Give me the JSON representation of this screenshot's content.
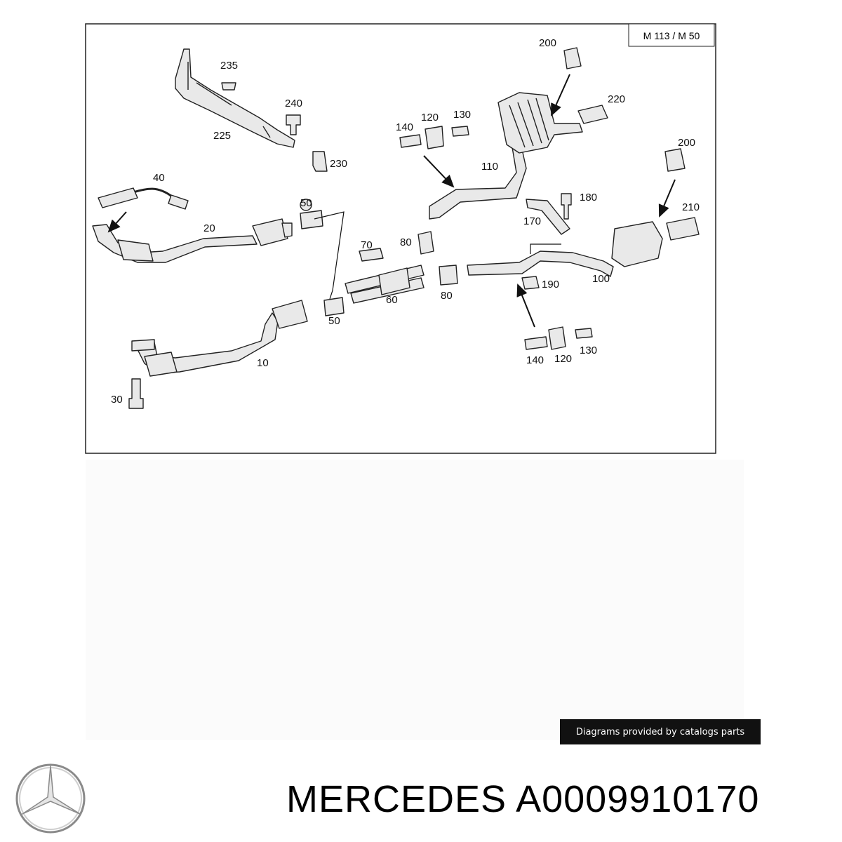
{
  "diagram": {
    "model_code": "M 113 / M 50",
    "labels": {
      "p10": "10",
      "p20": "20",
      "p30": "30",
      "p40": "40",
      "p50a": "50",
      "p50b": "50",
      "p60": "60",
      "p70": "70",
      "p80a": "80",
      "p80b": "80",
      "p100": "100",
      "p110": "110",
      "p120a": "120",
      "p120b": "120",
      "p130a": "130",
      "p130b": "130",
      "p140a": "140",
      "p140b": "140",
      "p170": "170",
      "p180": "180",
      "p190": "190",
      "p200a": "200",
      "p200b": "200",
      "p210": "210",
      "p220": "220",
      "p225": "225",
      "p230": "230",
      "p235": "235",
      "p240": "240"
    }
  },
  "credit": "Diagrams provided by catalogs parts",
  "brand": {
    "name": "MERCEDES",
    "part_number": "A0009910170"
  },
  "colors": {
    "line": "#222222",
    "fill": "#e6e6e6",
    "credit_bg": "#111111"
  }
}
